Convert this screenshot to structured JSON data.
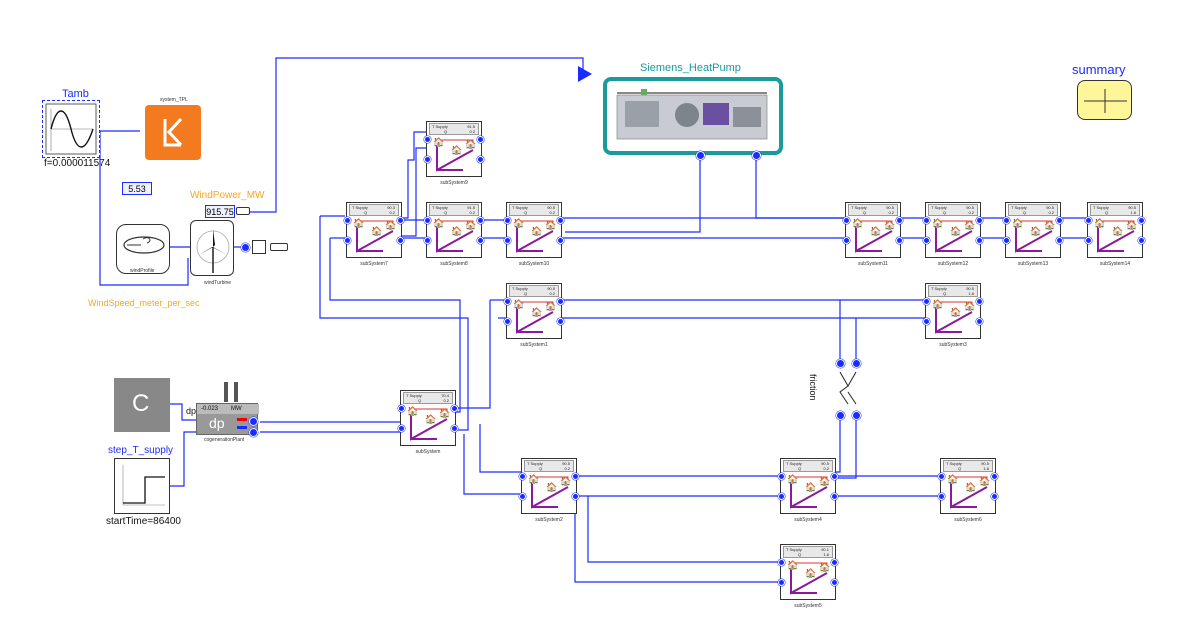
{
  "blocks": {
    "tamb": {
      "title": "Tamb",
      "param": "f=0.000011574"
    },
    "system_tpl": {
      "label": "system_TPL"
    },
    "value_display": {
      "value": "5.53"
    },
    "wind_power": {
      "label": "WindPower_MW",
      "value": "915.75"
    },
    "wind_speed": {
      "label": "WindSpeed_meter_per_sec"
    },
    "wind_profile": {
      "label": "windProfile"
    },
    "wind_turbine": {
      "label": "windTurbine"
    },
    "const_c": {
      "label": "C"
    },
    "dp_label": "dp",
    "cogeneration": {
      "name": "cogenerationPlant",
      "value": "-0.023",
      "unit": "MW",
      "dp": "dp"
    },
    "step": {
      "title": "step_T_supply",
      "param": "startTime=86400"
    },
    "heat_pump": {
      "title": "Siemens_HeatPump"
    },
    "summary": {
      "title": "summary"
    },
    "friction": {
      "label": "friction"
    }
  },
  "subsystem_header": {
    "line1": "T Supply",
    "line2": "Q"
  },
  "subsystems": [
    {
      "name": "subSystem9",
      "v1": "91.5",
      "v2": "0.2"
    },
    {
      "name": "subSystem7",
      "v1": "90.3",
      "v2": "0.2"
    },
    {
      "name": "subSystem8",
      "v1": "91.5",
      "v2": "0.2"
    },
    {
      "name": "subSystem10",
      "v1": "90.5",
      "v2": "0.2"
    },
    {
      "name": "subSystem11",
      "v1": "90.5",
      "v2": "0.2"
    },
    {
      "name": "subSystem12",
      "v1": "90.5",
      "v2": "0.2"
    },
    {
      "name": "subSystem13",
      "v1": "90.5",
      "v2": "0.2"
    },
    {
      "name": "subSystem14",
      "v1": "90.5",
      "v2": "1.6"
    },
    {
      "name": "subSystem1",
      "v1": "90.5",
      "v2": "0.2"
    },
    {
      "name": "subSystem3",
      "v1": "90.5",
      "v2": "1.6"
    },
    {
      "name": "subSystem",
      "v1": "70.4",
      "v2": "0.2"
    },
    {
      "name": "subSystem2",
      "v1": "90.5",
      "v2": "0.2"
    },
    {
      "name": "subSystem4",
      "v1": "90.5",
      "v2": "0.2"
    },
    {
      "name": "subSystem6",
      "v1": "90.5",
      "v2": "1.6"
    },
    {
      "name": "subSystem5",
      "v1": "90.1",
      "v2": "1.6"
    }
  ],
  "colors": {
    "wire": "#1a2cff",
    "accent_blue": "#1a2cff",
    "orange_label": "#f5a623",
    "teal": "#1a9a9a",
    "pipe_purple": "#8b1a9a",
    "system_tpl_orange": "#f47a20",
    "summary_yellow": "#fff599"
  }
}
